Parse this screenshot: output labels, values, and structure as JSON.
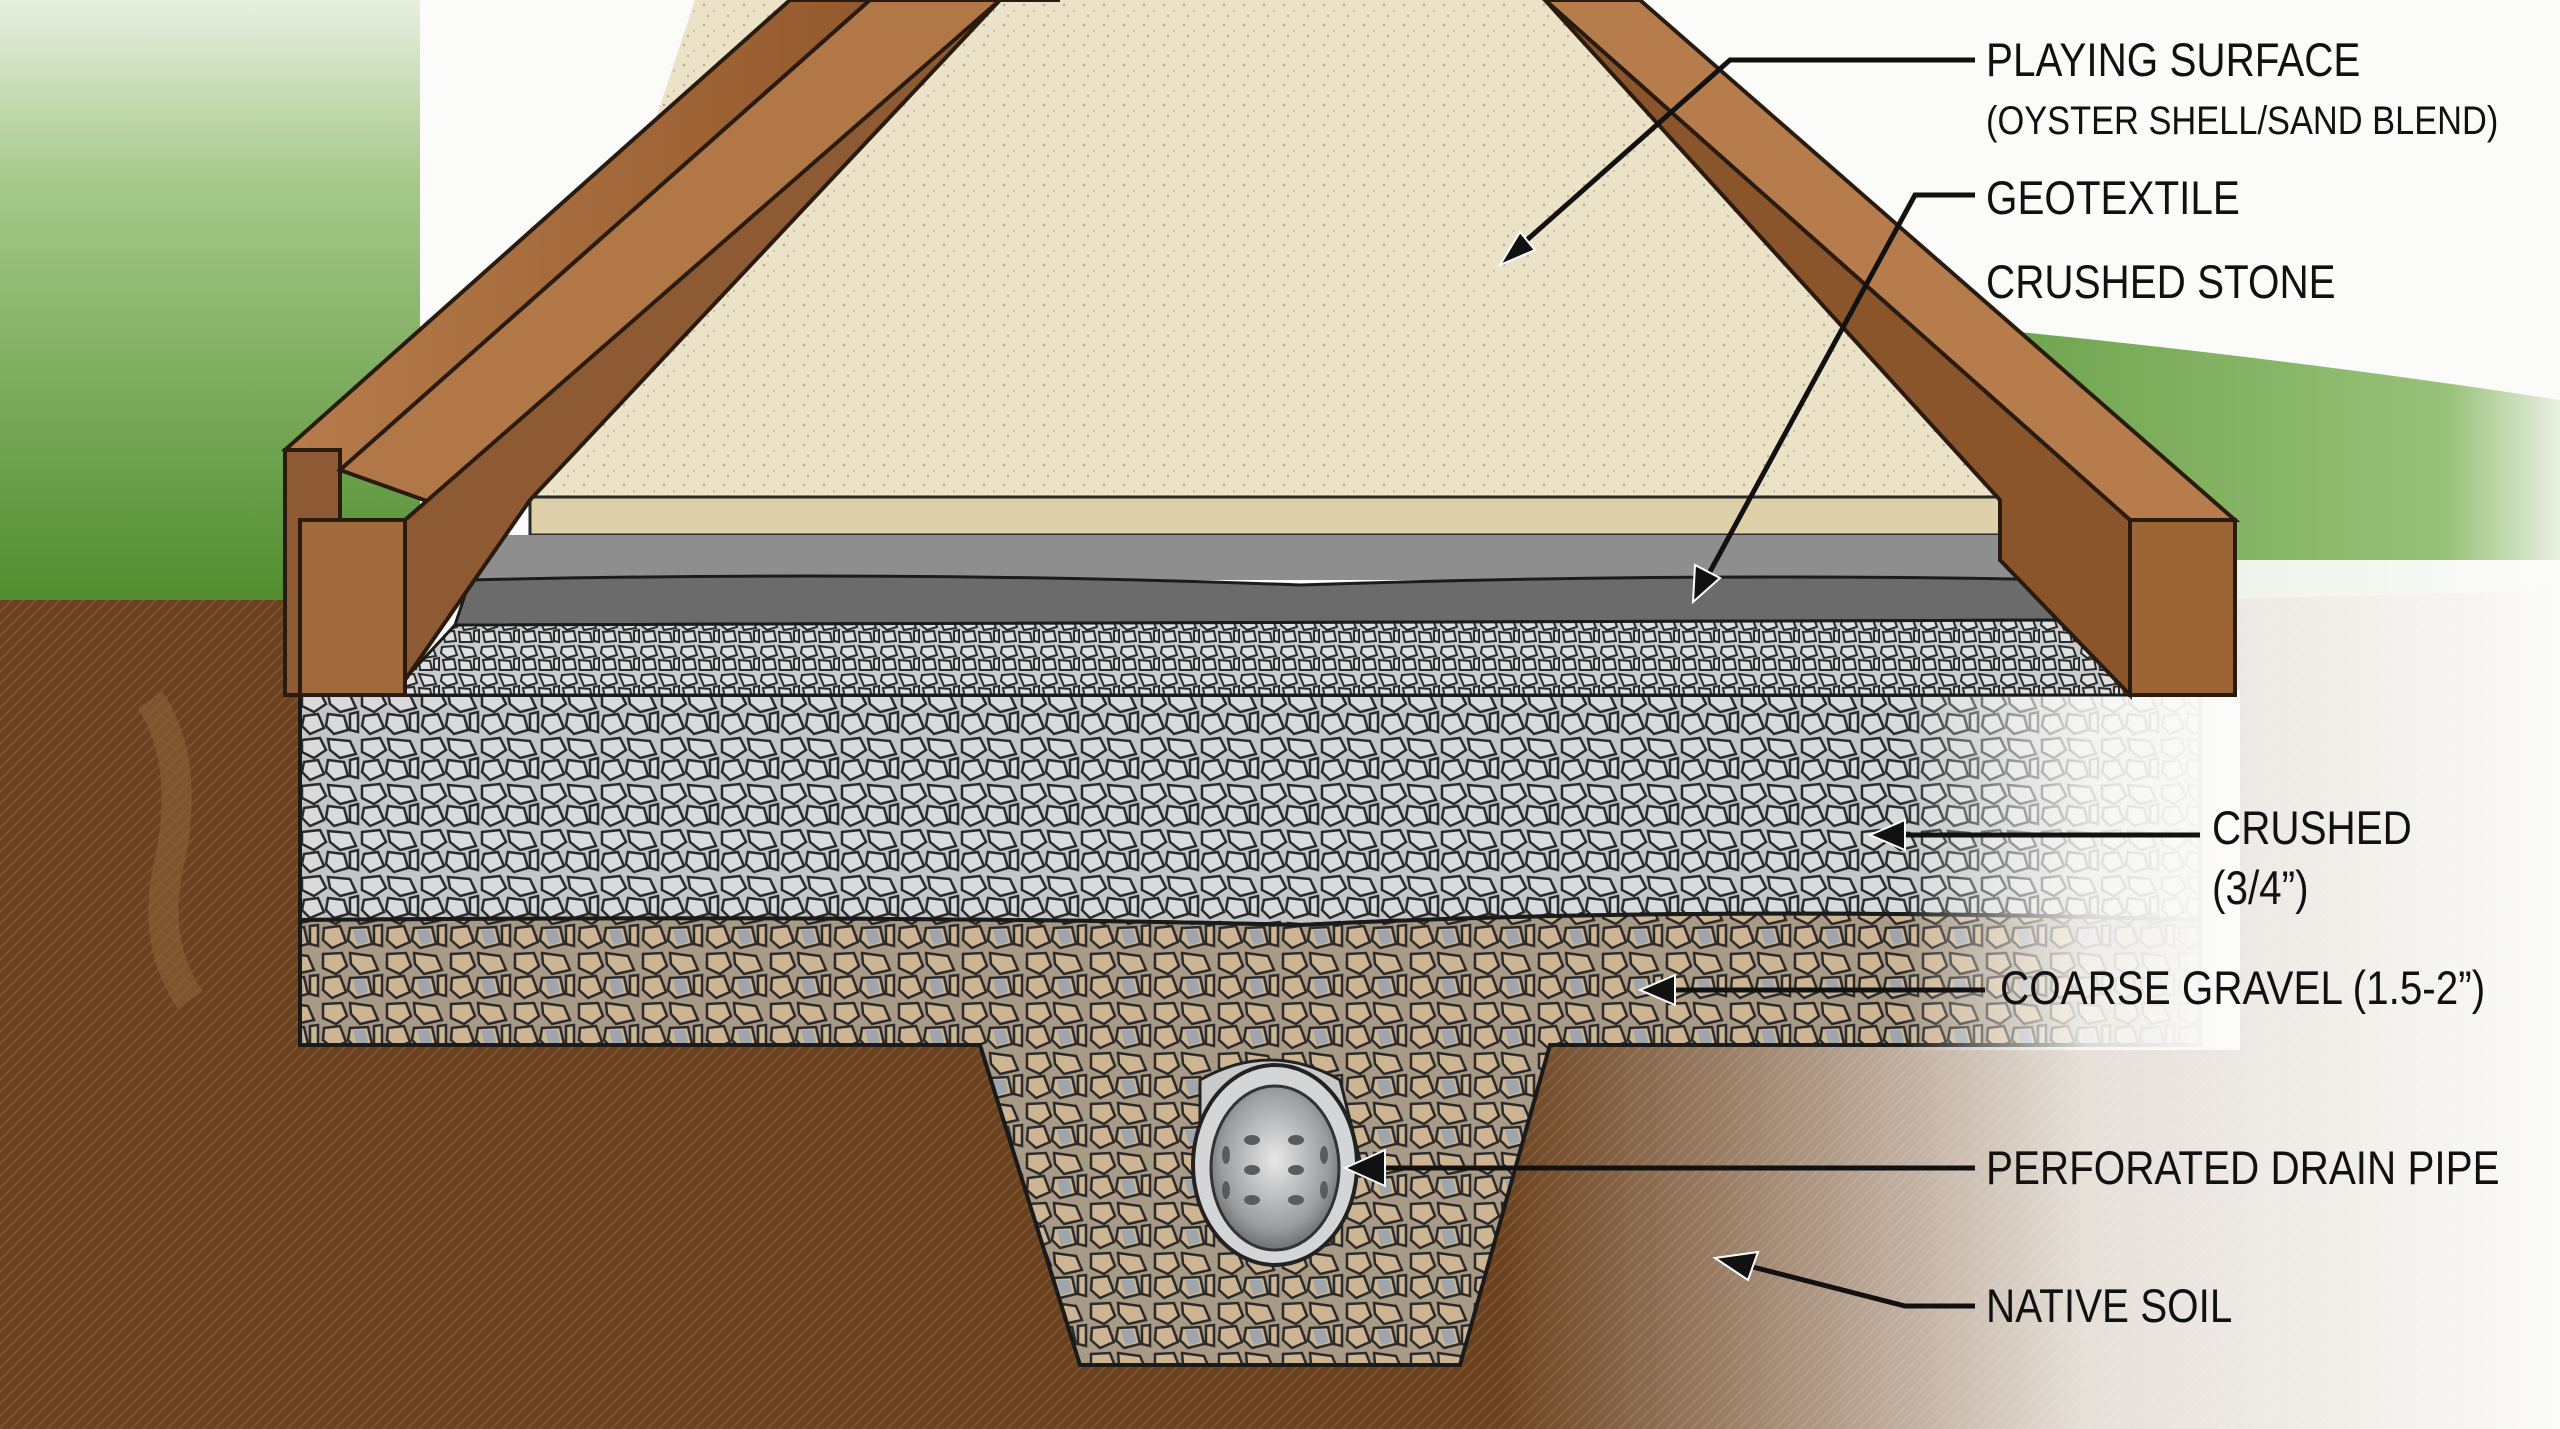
{
  "diagram": {
    "type": "cross-section",
    "subject": "Playing court base construction with timber edging and drainage",
    "colors": {
      "grass": "#5f9a3a",
      "soil": "#6e4522",
      "timber": "#9a6336",
      "playing_surface": "#eadfc3",
      "geotextile": "#6f6f6f",
      "crushed_stone": "#c2c4c6",
      "coarse_gravel": "#c7ae8c",
      "pipe": "#b8b9bb",
      "background": "#fbfbf9"
    },
    "labels": [
      {
        "id": "playing-surface",
        "text": "PLAYING SURFACE",
        "subtext": "(OYSTER SHELL/SAND BLEND)"
      },
      {
        "id": "geotextile",
        "text": "GEOTEXTILE"
      },
      {
        "id": "crushed-stone",
        "text": "CRUSHED STONE"
      },
      {
        "id": "crushed-3-4",
        "text": "CRUSHED",
        "subtext": "(3/4”)"
      },
      {
        "id": "coarse-gravel",
        "text": "COARSE GRAVEL (1.5-2”)"
      },
      {
        "id": "perforated-drain-pipe",
        "text": "PERFORATED DRAIN PIPE"
      },
      {
        "id": "native-soil",
        "text": "NATIVE SOIL"
      }
    ],
    "layers_top_to_bottom": [
      "Playing surface (oyster shell/sand blend)",
      "Geotextile",
      "Crushed stone",
      "Crushed (3/4\")",
      "Coarse gravel (1.5-2\")",
      "Perforated drain pipe in gravel trench",
      "Native soil"
    ]
  }
}
